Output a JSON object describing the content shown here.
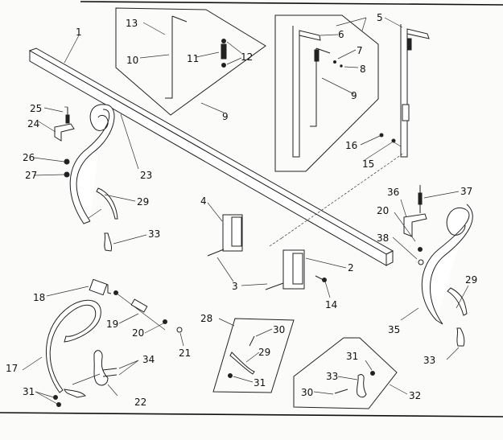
{
  "diagram": {
    "type": "exploded-parts-view",
    "labels": [
      {
        "id": "l1",
        "text": "1"
      },
      {
        "id": "l2",
        "text": "2"
      },
      {
        "id": "l3",
        "text": "3"
      },
      {
        "id": "l4",
        "text": "4"
      },
      {
        "id": "l5",
        "text": "5"
      },
      {
        "id": "l6",
        "text": "6"
      },
      {
        "id": "l7",
        "text": "7"
      },
      {
        "id": "l8",
        "text": "8"
      },
      {
        "id": "l9a",
        "text": "9"
      },
      {
        "id": "l9b",
        "text": "9"
      },
      {
        "id": "l10",
        "text": "10"
      },
      {
        "id": "l11",
        "text": "11"
      },
      {
        "id": "l12",
        "text": "12"
      },
      {
        "id": "l13",
        "text": "13"
      },
      {
        "id": "l14",
        "text": "14"
      },
      {
        "id": "l15",
        "text": "15"
      },
      {
        "id": "l16",
        "text": "16"
      },
      {
        "id": "l17",
        "text": "17"
      },
      {
        "id": "l18",
        "text": "18"
      },
      {
        "id": "l19",
        "text": "19"
      },
      {
        "id": "l20a",
        "text": "20"
      },
      {
        "id": "l20b",
        "text": "20"
      },
      {
        "id": "l21",
        "text": "21"
      },
      {
        "id": "l22",
        "text": "22"
      },
      {
        "id": "l23",
        "text": "23"
      },
      {
        "id": "l24",
        "text": "24"
      },
      {
        "id": "l25",
        "text": "25"
      },
      {
        "id": "l26",
        "text": "26"
      },
      {
        "id": "l27",
        "text": "27"
      },
      {
        "id": "l28",
        "text": "28"
      },
      {
        "id": "l29a",
        "text": "29"
      },
      {
        "id": "l29b",
        "text": "29"
      },
      {
        "id": "l29c",
        "text": "29"
      },
      {
        "id": "l30a",
        "text": "30"
      },
      {
        "id": "l30b",
        "text": "30"
      },
      {
        "id": "l31a",
        "text": "31"
      },
      {
        "id": "l31b",
        "text": "31"
      },
      {
        "id": "l31c",
        "text": "31"
      },
      {
        "id": "l32",
        "text": "32"
      },
      {
        "id": "l33a",
        "text": "33"
      },
      {
        "id": "l33b",
        "text": "33"
      },
      {
        "id": "l33c",
        "text": "33"
      },
      {
        "id": "l34",
        "text": "34"
      },
      {
        "id": "l35",
        "text": "35"
      },
      {
        "id": "l36",
        "text": "36"
      },
      {
        "id": "l37",
        "text": "37"
      },
      {
        "id": "l38",
        "text": "38"
      }
    ]
  }
}
